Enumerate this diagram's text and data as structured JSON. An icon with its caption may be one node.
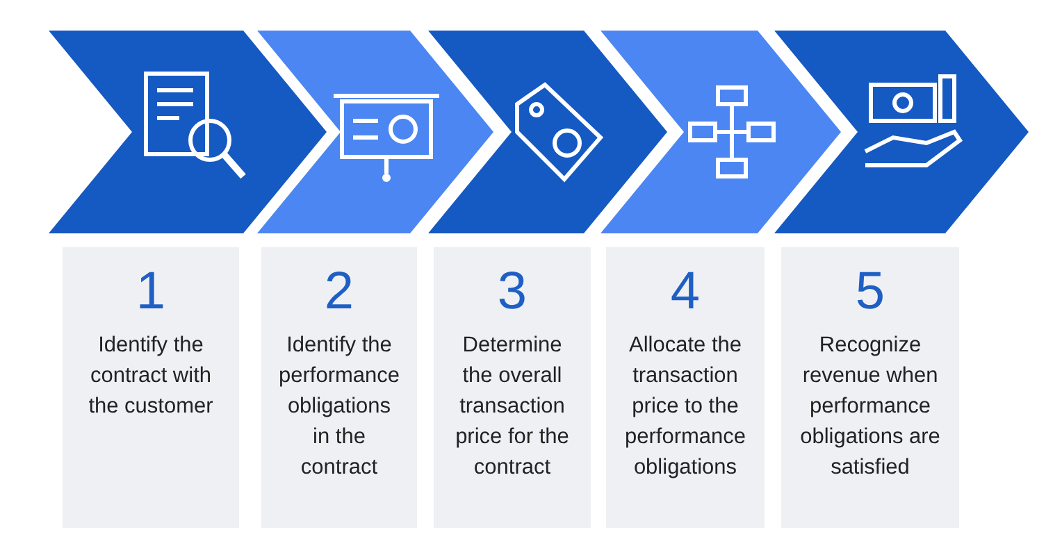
{
  "diagram": {
    "nodes": [
      {
        "text": [],
        "shape": "chevron"
      },
      {
        "text": [],
        "shape": "chevron"
      },
      {
        "text": [],
        "shape": "chevron"
      },
      {
        "text": [],
        "shape": "chevron"
      },
      {
        "text": [],
        "shape": "chevron"
      },
      {
        "text": [
          "1",
          "Identify the contract with the customer"
        ]
      },
      {
        "text": [
          "2",
          "Identify the performance obligations in the contract"
        ]
      },
      {
        "text": [
          "3",
          "Determine the overall transaction price for the contract"
        ]
      },
      {
        "text": [
          "4",
          "Allocate the transaction price to the performance obligations"
        ]
      },
      {
        "text": [
          "5",
          "Recognize revenue when performance obligations are satisfied"
        ]
      }
    ]
  }
}
